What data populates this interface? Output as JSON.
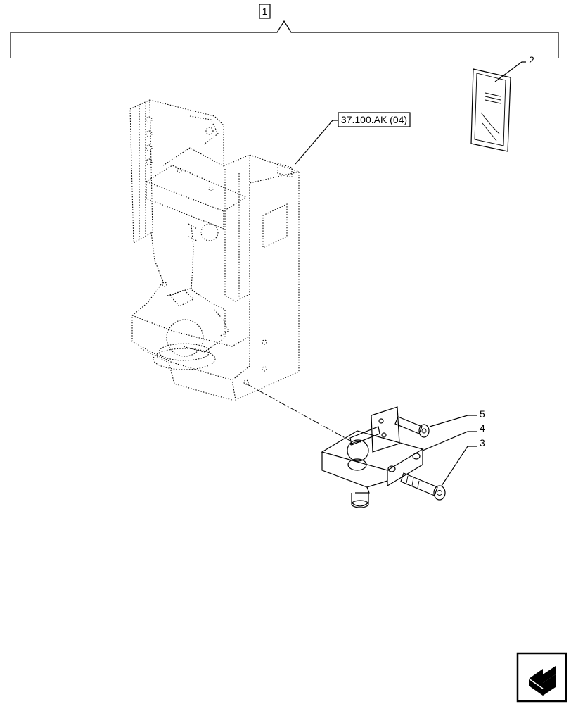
{
  "callouts": {
    "assembly": "1",
    "manual": "2",
    "screw_lower": "3",
    "drawbar": "4",
    "screw_upper": "5",
    "reference": "37.100.AK (04)"
  },
  "nav_icon": "next-page-arrow-icon"
}
